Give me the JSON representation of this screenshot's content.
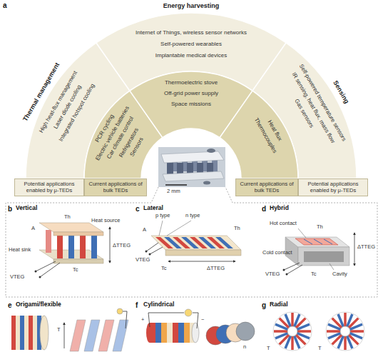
{
  "diagram": {
    "nodes": [
      {
        "text": [
          "Thermal management",
          "High heat-flux management",
          "Laser diode cooling",
          "Integrated hotspot cooling"
        ]
      },
      {
        "text": [
          "PCR cycling",
          "Electric vehicle batteries",
          "Car climate control",
          "Refrigerators",
          "Sensors"
        ]
      },
      {
        "text": [
          "Energy harvesting",
          "Internet of Things, wireless sensor networks",
          "Self-powered wearables",
          "Implantable medical devices"
        ]
      },
      {
        "text": [
          "Thermoelectric stove",
          "Off-grid power supply",
          "Space missions"
        ]
      },
      {
        "text": [
          "Sensing",
          "Self-powered temperature sensors",
          "IR sensing, heat flux, mass flow",
          "Gas sensors"
        ]
      },
      {
        "text": [
          "Heat flux",
          "Thermocouples"
        ]
      },
      {
        "text": [
          "Potential applications enabled by μ-TEDs"
        ]
      },
      {
        "text": [
          "Current applications of bulk TEDs"
        ]
      },
      {
        "text": [
          "Current applications of bulk TEDs"
        ]
      },
      {
        "text": [
          "Potential applications enabled by μ-TEDs"
        ]
      }
    ],
    "labels": [
      "a",
      "2 mm",
      "b",
      "Vertical",
      "A",
      "Th",
      "Heat source",
      "Heat sink",
      "ΔTTEG",
      "VTEG",
      "Tc",
      "c",
      "Lateral",
      "p type",
      "n type",
      "A",
      "Th",
      "VTEG",
      "ΔTTEG",
      "Tc",
      "d",
      "Hybrid",
      "Hot contact",
      "Th",
      "Cold contact",
      "ΔTTEG",
      "VTEG",
      "Cavity",
      "Tc",
      "e",
      "Origami/flexible",
      "T",
      "f",
      "Cylindrical",
      "+",
      "−",
      "n",
      "g",
      "Radial",
      "T",
      "T"
    ]
  }
}
